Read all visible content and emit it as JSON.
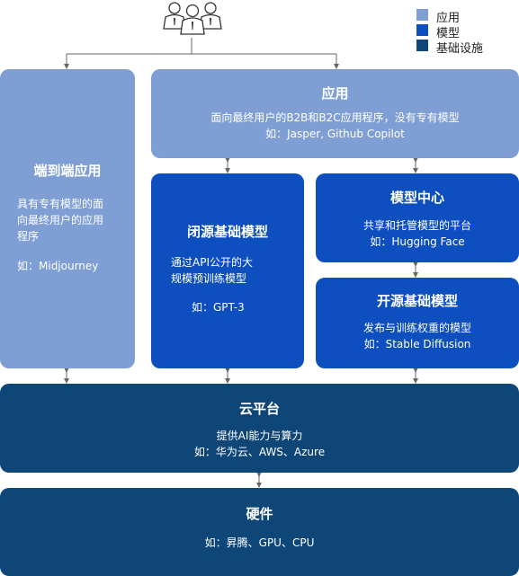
{
  "legend": [
    {
      "label": "应用",
      "color": "#7f9fd4"
    },
    {
      "label": "模型",
      "color": "#0d4fbf"
    },
    {
      "label": "基础设施",
      "color": "#0f4678"
    }
  ],
  "users_icon": "users-group-icon",
  "application": {
    "title": "应用",
    "desc": "面向最终用户的B2B和B2C应用程序，没有专有模型",
    "example": "如：Jasper, Github Copilot"
  },
  "end_to_end": {
    "title": "端到端应用",
    "desc_line1": "具有专有模型的面",
    "desc_line2": "向最终用户的应用",
    "desc_line3": "程序",
    "example": "如：Midjourney"
  },
  "closed_model": {
    "title": "闭源基础模型",
    "desc_line1": "通过API公开的大",
    "desc_line2": "规模预训练模型",
    "example": "如：GPT-3"
  },
  "model_hub": {
    "title": "模型中心",
    "desc": "共享和托管模型的平台",
    "example": "如：Hugging Face"
  },
  "open_model": {
    "title": "开源基础模型",
    "desc": "发布与训练权重的模型",
    "example": "如：Stable Diffusion"
  },
  "cloud": {
    "title": "云平台",
    "desc": "提供AI能力与算力",
    "example": "如：华为云、AWS、Azure"
  },
  "hardware": {
    "title": "硬件",
    "example": "如：昇腾、GPU、CPU"
  }
}
